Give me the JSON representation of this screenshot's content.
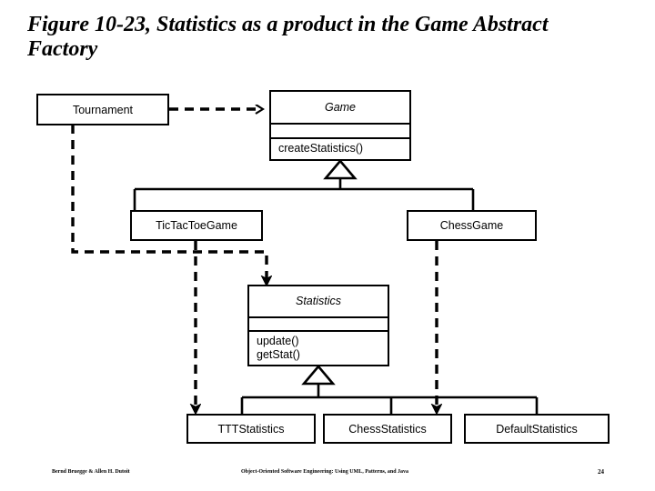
{
  "slide": {
    "title": "Figure 10-23, Statistics as a product in the Game Abstract Factory",
    "page_number": "24"
  },
  "footer": {
    "authors": "Bernd Bruegge & Allen H. Dutoit",
    "book": "Object-Oriented Software Engineering: Using UML, Patterns, and Java"
  },
  "diagram": {
    "type": "uml-class-diagram",
    "classes": [
      {
        "id": "tournament",
        "name": "Tournament",
        "abstract": false,
        "operations": []
      },
      {
        "id": "game",
        "name": "Game",
        "abstract": true,
        "attributes_compartment": "",
        "operations": [
          "createStatistics()"
        ]
      },
      {
        "id": "tictactoegame",
        "name": "TicTacToeGame",
        "abstract": false,
        "operations": []
      },
      {
        "id": "chessgame",
        "name": "ChessGame",
        "abstract": false,
        "operations": []
      },
      {
        "id": "statistics",
        "name": "Statistics",
        "abstract": true,
        "attributes_compartment": "",
        "operations": [
          "update()",
          "getStat()"
        ]
      },
      {
        "id": "tttstatistics",
        "name": "TTTStatistics",
        "abstract": false,
        "operations": []
      },
      {
        "id": "chessstatistics",
        "name": "ChessStatistics",
        "abstract": false,
        "operations": []
      },
      {
        "id": "defaultstatistics",
        "name": "DefaultStatistics",
        "abstract": false,
        "operations": []
      }
    ],
    "relationships": [
      {
        "kind": "dependency",
        "from": "tournament",
        "to": "game"
      },
      {
        "kind": "dependency",
        "from": "tournament",
        "to": "statistics"
      },
      {
        "kind": "dependency",
        "from": "tictactoegame",
        "to": "tttstatistics"
      },
      {
        "kind": "dependency",
        "from": "chessgame",
        "to": "chessstatistics"
      },
      {
        "kind": "generalization",
        "from": "tictactoegame",
        "to": "game"
      },
      {
        "kind": "generalization",
        "from": "chessgame",
        "to": "game"
      },
      {
        "kind": "generalization",
        "from": "tttstatistics",
        "to": "statistics"
      },
      {
        "kind": "generalization",
        "from": "chessstatistics",
        "to": "statistics"
      },
      {
        "kind": "generalization",
        "from": "defaultstatistics",
        "to": "statistics"
      }
    ],
    "ops_text": {
      "game_ops": "createStatistics()",
      "statistics_ops_line1": "update()",
      "statistics_ops_line2": "getStat()"
    }
  },
  "colors": {
    "background": "#ffffff",
    "line": "#000000",
    "text": "#000000"
  }
}
